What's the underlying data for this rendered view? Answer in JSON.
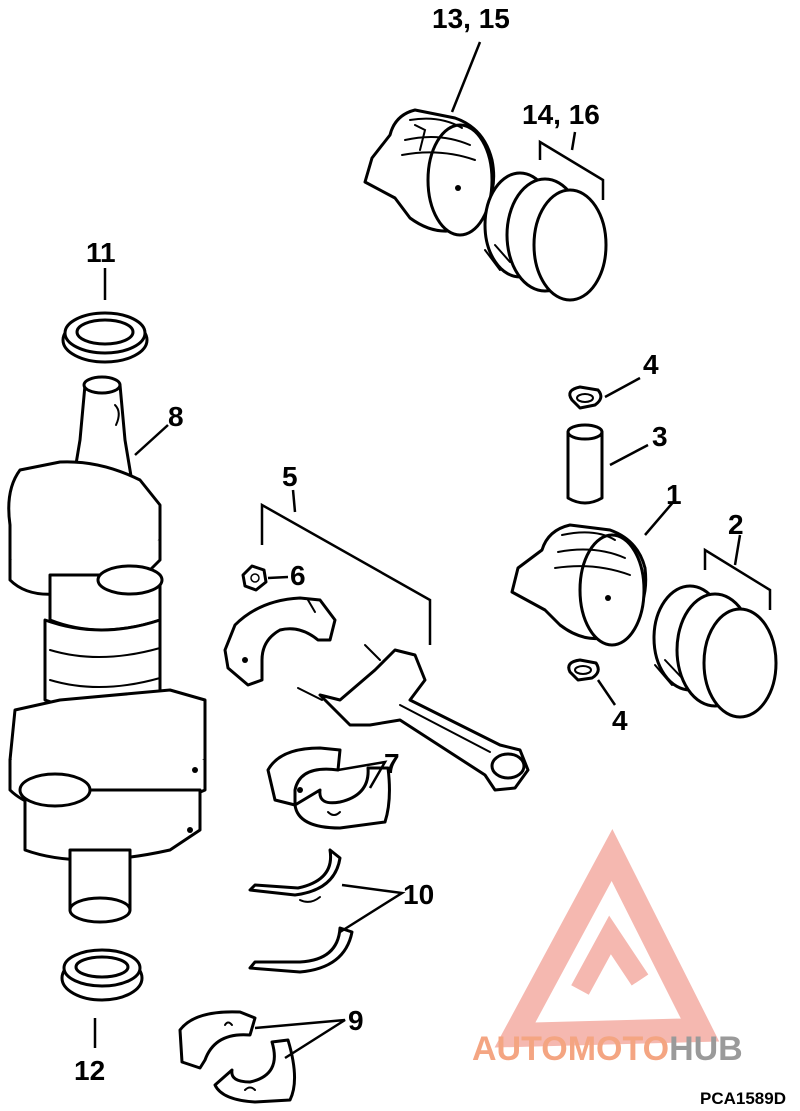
{
  "labels": {
    "l13_15": "13, 15",
    "l14_16": "14, 16",
    "l11": "11",
    "l8": "8",
    "l4_top": "4",
    "l3": "3",
    "l5": "5",
    "l1": "1",
    "l2": "2",
    "l6": "6",
    "l4_bottom": "4",
    "l7": "7",
    "l10": "10",
    "l9": "9",
    "l12": "12"
  },
  "drawing_code": "PCA1589D",
  "watermark": {
    "part1": "AUTOMOTO",
    "part2": "HUB",
    "color_main": "#f4a582",
    "color_accent": "#f5b8b0",
    "color_hub": "#9a9a9a"
  }
}
